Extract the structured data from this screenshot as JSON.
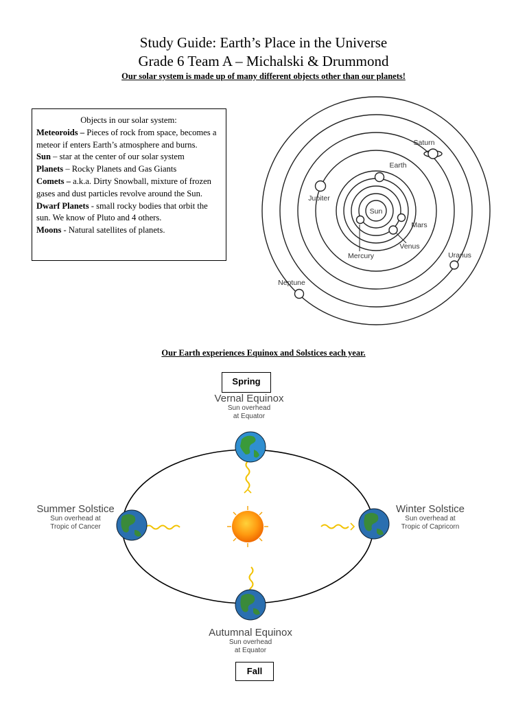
{
  "header": {
    "title_line1": "Study Guide: Earth’s Place in the Universe",
    "title_line2": "Grade 6 Team A – Michalski & Drummond",
    "intro": "Our solar system is made up of many different objects other than our planets!"
  },
  "objects_box": {
    "heading": "Objects in our solar system:",
    "items": [
      {
        "term": "Meteoroids –",
        "text": " Pieces of rock from space, becomes a meteor if enters Earth’s atmosphere and burns."
      },
      {
        "term": "Sun",
        "text": " – star at the center of our solar system"
      },
      {
        "term": "Planets",
        "text": " – Rocky Planets and Gas Giants"
      },
      {
        "term": "Comets –",
        "text": " a.k.a. Dirty Snowball, mixture of frozen gases and dust particles revolve around the Sun."
      },
      {
        "term": "Dwarf Planets",
        "text": " - small rocky bodies that orbit the sun. We know of Pluto and 4 others."
      },
      {
        "term": "Moons",
        "text": " - Natural satellites of planets."
      }
    ]
  },
  "solar_diagram": {
    "sun": "Sun",
    "mercury": "Mercury",
    "venus": "Venus",
    "earth": "Earth",
    "mars": "Mars",
    "jupiter": "Jupiter",
    "saturn": "Saturn",
    "uranus": "Uranus",
    "neptune": "Neptune"
  },
  "seasons": {
    "heading": "Our Earth experiences Equinox and Solstices each year.",
    "spring_tag": "Spring",
    "fall_tag": "Fall",
    "vernal": {
      "title": "Vernal Equinox",
      "line1": "Sun overhead",
      "line2": "at Equator"
    },
    "summer": {
      "title": "Summer Solstice",
      "line1": "Sun overhead at",
      "line2": "Tropic of Cancer"
    },
    "winter": {
      "title": "Winter Solstice",
      "line1": "Sun overhead at",
      "line2": "Tropic of Capricorn"
    },
    "autumnal": {
      "title": "Autumnal Equinox",
      "line1": "Sun overhead",
      "line2": "at Equator"
    }
  },
  "colors": {
    "ocean": "#2f8fd0",
    "land": "#3a9a3a",
    "sun_core": "#ff8a00",
    "sun_rays": "#f4c400"
  }
}
